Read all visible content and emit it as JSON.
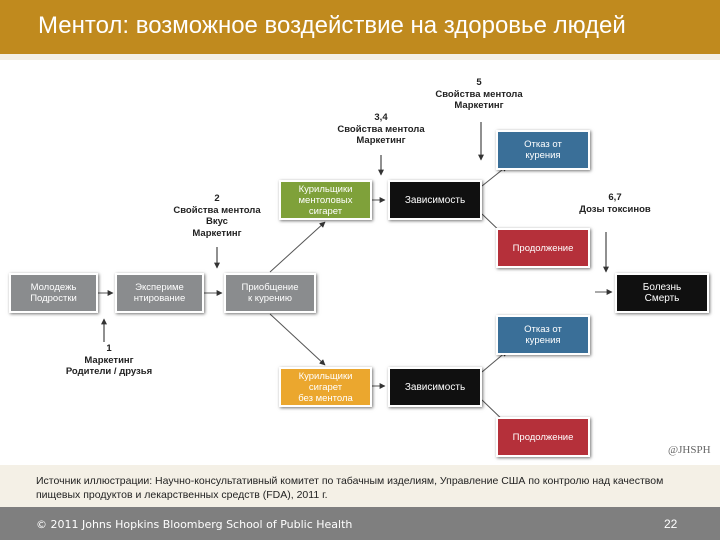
{
  "slide": {
    "title": "Ментол: возможное воздействие на здоровье людей",
    "source": "Источник иллюстрации: Научно-консультативный комитет по табачным изделиям, Управление США по контролю над качеством пищевых продуктов и лекарственных средств (FDA), 2011 г.",
    "logo": "@JHSPH",
    "copyright": "© 2011 Johns Hopkins Bloomberg School of Public Health",
    "page_number": "22"
  },
  "diagram": {
    "boxes": {
      "youth": [
        "Молодежь",
        "Подростки"
      ],
      "experiment": [
        "Эксперимe",
        "нтирование"
      ],
      "initiation": [
        "Приобщение",
        "к курению"
      ],
      "menthol_smokers": [
        "Курильщики",
        "ментоловых",
        "сигарет"
      ],
      "dependence_menthol": [
        "Зависимость"
      ],
      "quit_top": [
        "Отказ от",
        "курения"
      ],
      "continue_top": [
        "Продолжение"
      ],
      "disease": [
        "Болезнь",
        "Смерть"
      ],
      "quit_bottom": [
        "Отказ от",
        "курения"
      ],
      "nonmenthol_smokers": [
        "Курильщики",
        "сигарет",
        "без ментола"
      ],
      "dependence_nonmenthol": [
        "Зависимость"
      ],
      "continue_bottom": [
        "Продолжение"
      ]
    },
    "annotations": {
      "a1": [
        "1",
        "Маркетинг",
        "Родители / друзья"
      ],
      "a2": [
        "2",
        "Свойства ментола",
        "Вкус",
        "Маркетинг"
      ],
      "a34": [
        "3,4",
        "Свойства ментола",
        "Маркетинг"
      ],
      "a5": [
        "5",
        "Свойства ментола",
        "Маркетинг"
      ],
      "a67": [
        "6,7",
        "Дозы токсинов"
      ]
    }
  },
  "colors": {
    "title_bar": "#c08a1e",
    "grey_box": "#8a8c8e",
    "green_box": "#7fa13a",
    "black_box": "#101010",
    "blue_box": "#3a6f98",
    "red_box": "#b5303a",
    "orange_box": "#eba72e",
    "footer": "#7f7f7f"
  }
}
